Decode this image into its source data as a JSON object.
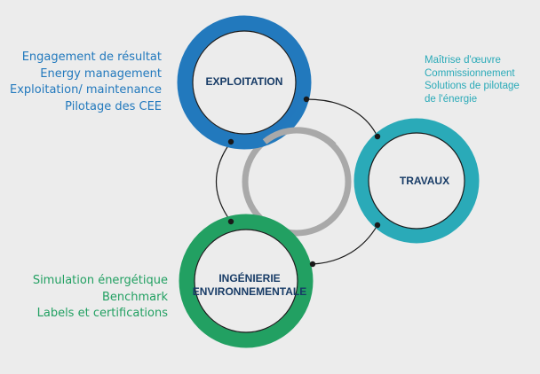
{
  "colors": {
    "background": "#ececec",
    "exploitation": "#2279bd",
    "travaux": "#2aaab8",
    "ingenierie": "#22a062",
    "center": "#a9a9a9",
    "label": "#173b66"
  },
  "exploitation": {
    "label": "EXPLOITATION",
    "items": [
      "Engagement de résultat",
      "Energy management",
      "Exploitation/ maintenance",
      "Pilotage des CEE"
    ]
  },
  "travaux": {
    "label": "TRAVAUX",
    "items": [
      "Maîtrise d'œuvre",
      "Commissionnement",
      "Solutions de pilotage",
      "de l'énergie"
    ]
  },
  "ingenierie": {
    "label_line1": "INGÉNIERIE",
    "label_line2": "ENVIRONNEMENTALE",
    "items": [
      "Simulation énergétique",
      "Benchmark",
      "Labels et certifications"
    ]
  }
}
